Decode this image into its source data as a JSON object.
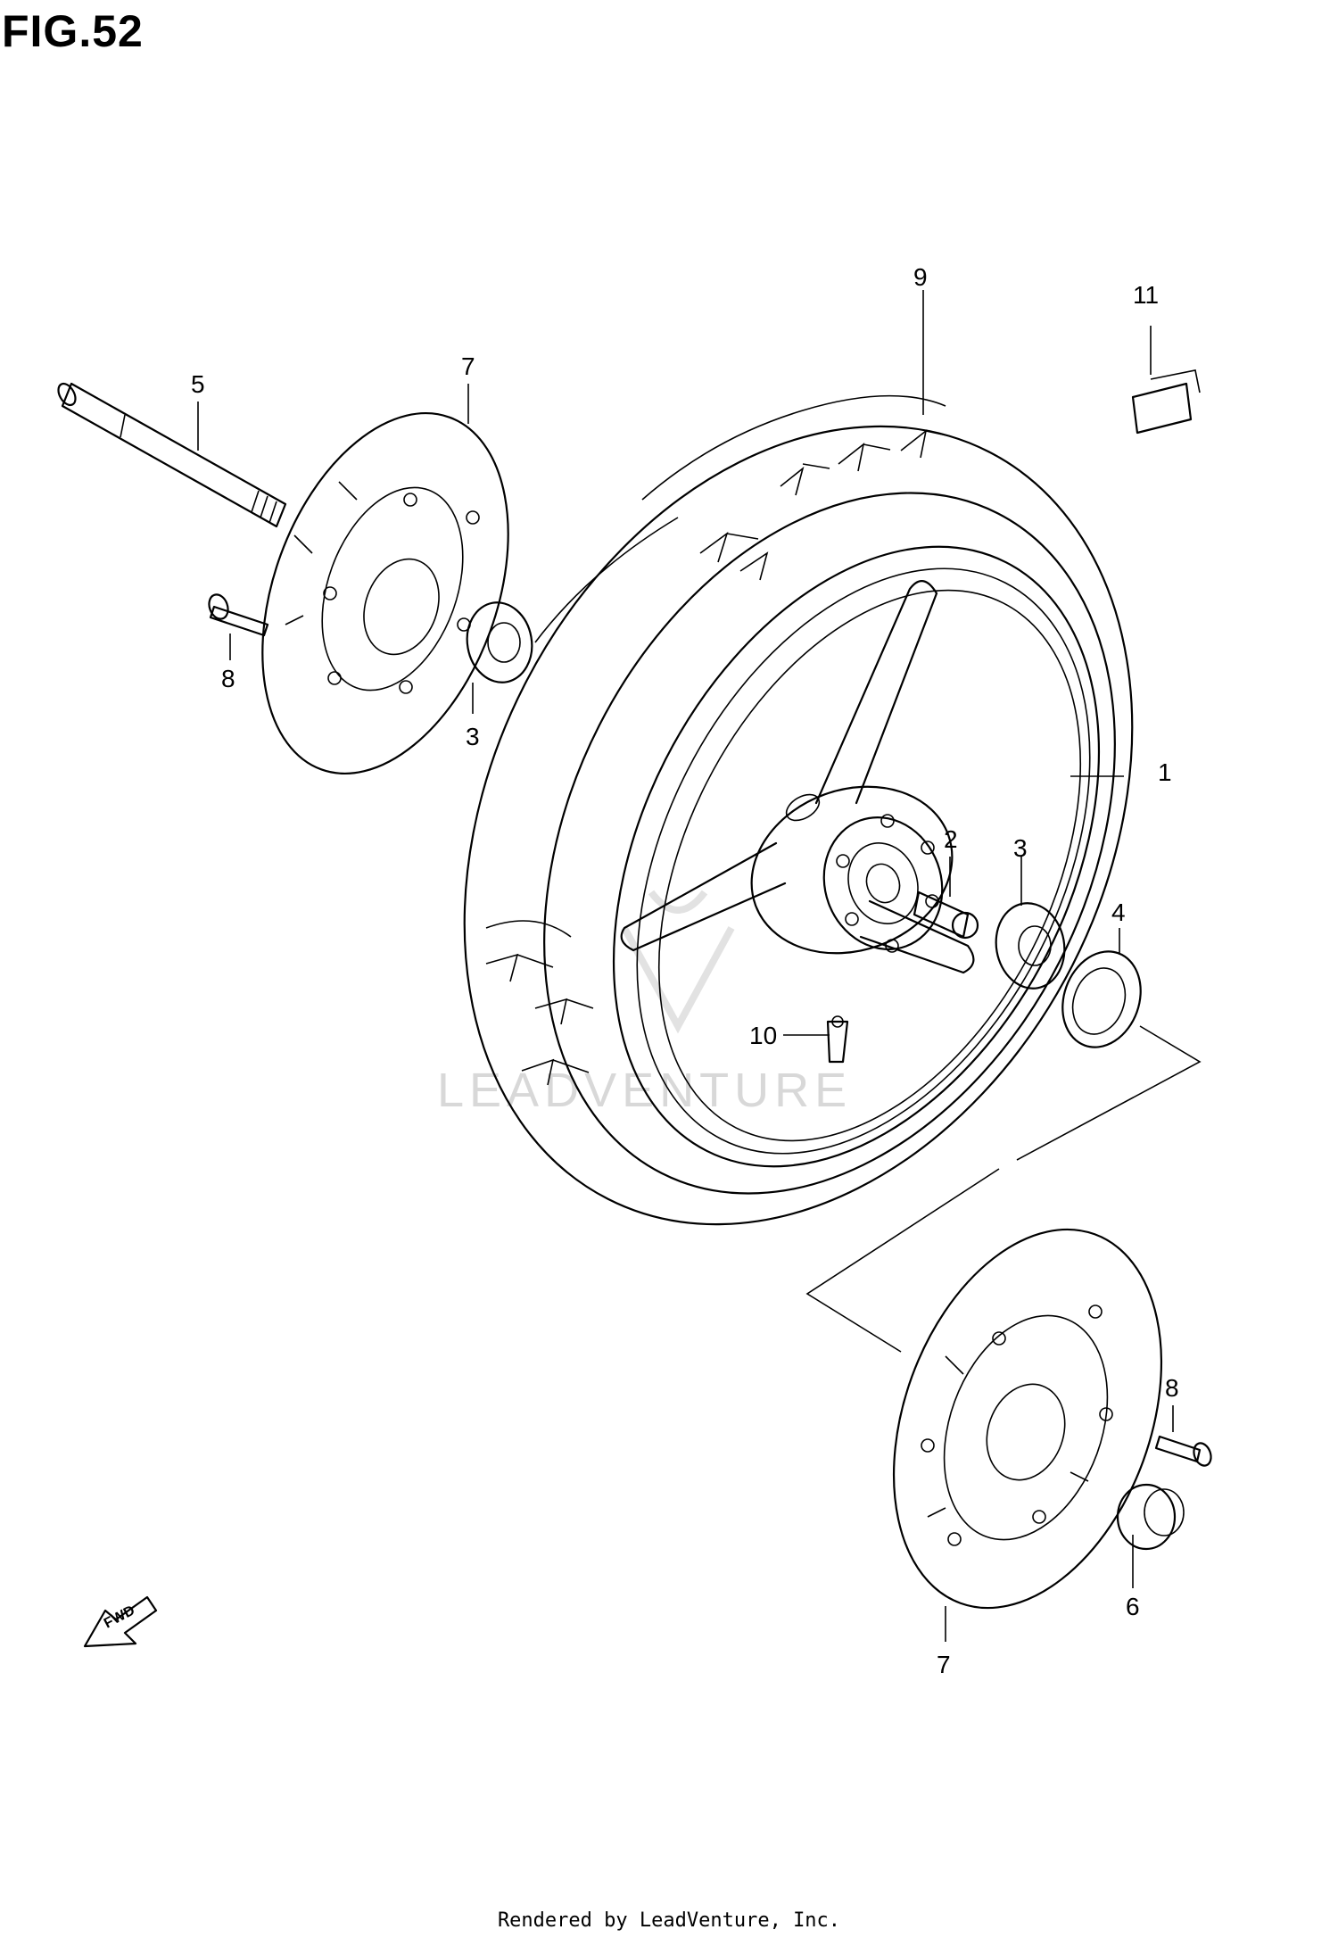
{
  "title": "FIG.52",
  "footer": "Rendered by LeadVenture, Inc.",
  "watermark": "LEADVENTURE",
  "fwd_label": "FWD",
  "callouts": {
    "c1": "1",
    "c2": "2",
    "c3a": "3",
    "c3b": "3",
    "c4": "4",
    "c5": "5",
    "c6": "6",
    "c7a": "7",
    "c7b": "7",
    "c8a": "8",
    "c8b": "8",
    "c9": "9",
    "c10": "10",
    "c11": "11"
  }
}
